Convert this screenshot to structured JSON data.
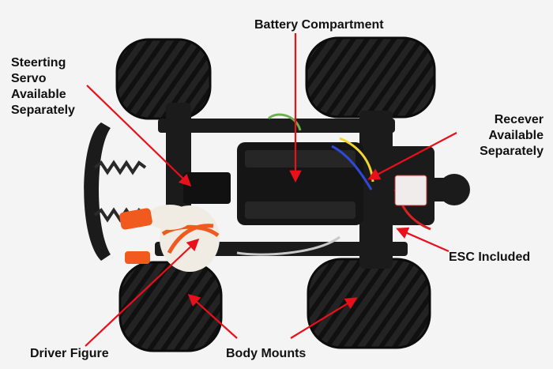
{
  "labels": {
    "battery": "Battery Compartment",
    "servo": [
      "Steerting",
      "Servo",
      "Available",
      "Separately"
    ],
    "receiver": [
      "Recever",
      "Available",
      "Separately"
    ],
    "esc": "ESC Included",
    "driver": "Driver Figure",
    "body_mounts": "Body Mounts"
  },
  "colors": {
    "background": "#f4f4f4",
    "arrow": "#e8101a",
    "chassis": "#1b1b1b",
    "tire": "#222222",
    "helmet": "#f0ece4",
    "accent_orange": "#f05a1e"
  }
}
